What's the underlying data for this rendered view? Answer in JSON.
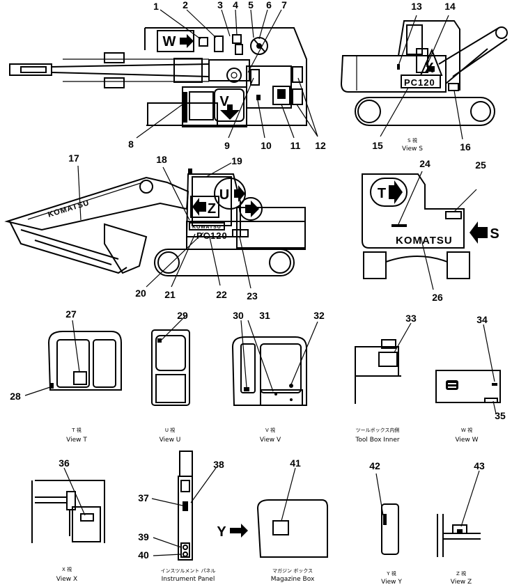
{
  "callouts": [
    "1",
    "2",
    "3",
    "4",
    "5",
    "6",
    "7",
    "8",
    "9",
    "10",
    "11",
    "12",
    "13",
    "14",
    "15",
    "16",
    "17",
    "18",
    "19",
    "20",
    "21",
    "22",
    "23",
    "24",
    "25",
    "26",
    "27",
    "28",
    "29",
    "30",
    "31",
    "32",
    "33",
    "34",
    "35",
    "36",
    "37",
    "38",
    "39",
    "40",
    "41",
    "42",
    "43"
  ],
  "view_markers": {
    "w": "W",
    "v": "V",
    "u": "U",
    "z": "Z",
    "x": "X",
    "t": "T",
    "s": "S",
    "y": "Y"
  },
  "brand": {
    "komatsu": "KOMATSU",
    "model": "PC120"
  },
  "captions": {
    "view_s": {
      "jp": "S 視",
      "en": "View S"
    },
    "view_t": {
      "jp": "T 視",
      "en": "View T"
    },
    "view_u": {
      "jp": "U 視",
      "en": "View U"
    },
    "view_v": {
      "jp": "V 視",
      "en": "View V"
    },
    "tool_box": {
      "jp": "ツールボックス内側",
      "en": "Tool Box Inner"
    },
    "view_w": {
      "jp": "W 視",
      "en": "View W"
    },
    "view_x": {
      "jp": "X 視",
      "en": "View X"
    },
    "instrument_panel": {
      "jp": "インスツルメント パネル",
      "en": "Instrument Panel"
    },
    "magazine_box": {
      "jp": "マガジン ボックス",
      "en": "Magazine Box"
    },
    "view_y": {
      "jp": "Y 視",
      "en": "View Y"
    },
    "view_z": {
      "jp": "Z 視",
      "en": "View Z"
    }
  }
}
